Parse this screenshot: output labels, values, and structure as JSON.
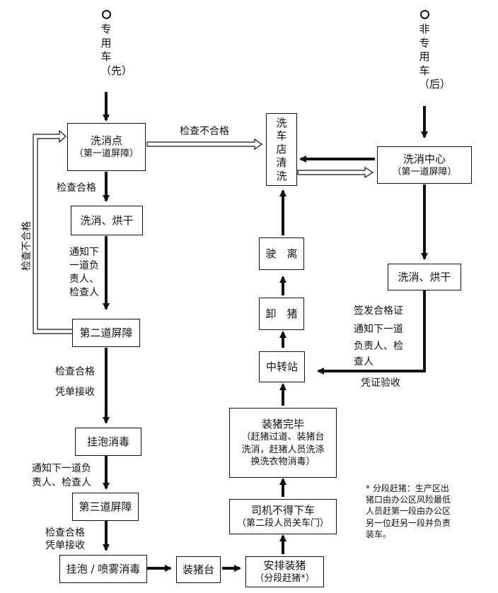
{
  "left_column": {
    "start_vehicle": "专用车（先）",
    "box1_title": "洗消点",
    "box1_sub": "（第一道屏障）",
    "label_pass1": "检查合格",
    "box2": "洗消、烘干",
    "label_notify1": "通知下一道负责人、检查人",
    "box3": "第二道屏障",
    "label_fail": "检查不合格",
    "label_pass2": "检查合格",
    "label_receipt1": "凭单接收",
    "box4": "挂泡消毒",
    "label_notify2_line1": "通知下一道负",
    "label_notify2_line2": "责人、检查人",
    "box5": "第三道屏障",
    "label_pass3": "检查合格",
    "label_receipt2": "凭单接收",
    "box6": "挂泡 / 喷雾消毒"
  },
  "bottom_row": {
    "box_loading_platform": "装猪台",
    "box_arrange_title": "安排装猪",
    "box_arrange_sub": "（分段赶猪*）"
  },
  "middle_column": {
    "box_driver_title": "司机不得下车",
    "box_driver_sub": "（第二段人员关车门）",
    "box_loaded_title": "装猪完毕",
    "box_loaded_line1": "（赶猪过道、装猪台",
    "box_loaded_line2": "洗消，赶猪人员洗涤",
    "box_loaded_line3": "换洗衣物消毒）",
    "box_transfer": "中转站",
    "box_unload": "卸　猪",
    "box_leave": "驶　离",
    "box_wash_shop": "洗车店清洗",
    "label_top_fail": "检查不合格"
  },
  "right_column": {
    "start_vehicle": "非专用车（后）",
    "box_center_title": "洗消中心",
    "box_center_sub": "（第一道屏障）",
    "box_dry": "洗消、烘干",
    "label_cert_line1": "签发合格证",
    "label_cert_line2": "通知下一道",
    "label_cert_line3": "负责人、检",
    "label_cert_line4": "查人",
    "label_verify": "凭证验收"
  },
  "footnote": {
    "line1": "* 分段赶猪：生产区出",
    "line2": "猪口由办公区风险最低",
    "line3": "人员赶第一段由办公区",
    "line4": "另一位赶另一段并负责",
    "line5": "装车。"
  },
  "colors": {
    "line": "#111111",
    "background": "#ffffff"
  }
}
